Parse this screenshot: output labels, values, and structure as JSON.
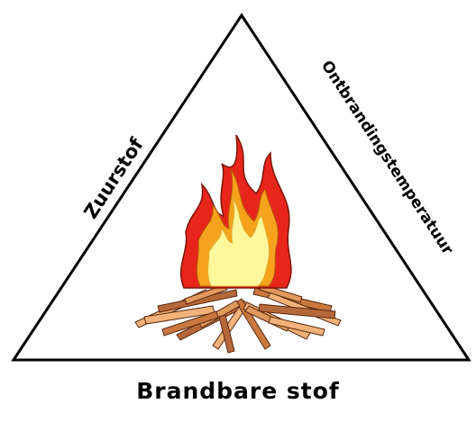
{
  "diagram": {
    "labels": {
      "left": "Zuurstof",
      "right": "Ontbrandingstemperatuur",
      "bottom": "Brandbare stof"
    },
    "center_image": "campfire-icon",
    "colors": {
      "outline": "#000000",
      "flame_outer": "#e8251b",
      "flame_mid": "#f6a21d",
      "flame_inner": "#fff79a",
      "wood_light": "#f2b27a",
      "wood_dark": "#b5683a"
    }
  }
}
